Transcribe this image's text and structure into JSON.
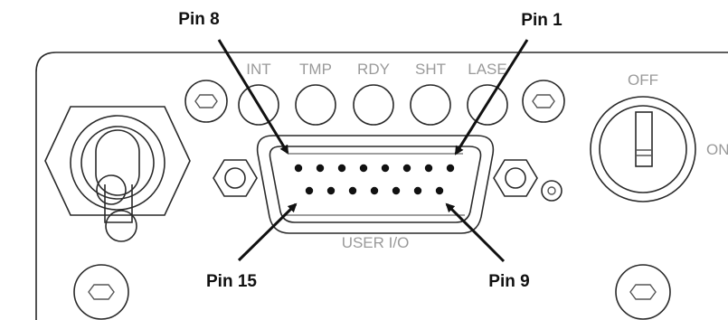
{
  "callouts": {
    "pin_8": "Pin 8",
    "pin_1": "Pin 1",
    "pin_15": "Pin 15",
    "pin_9": "Pin 9"
  },
  "leds": [
    {
      "label": "INT",
      "color": "#9ccfa8"
    },
    {
      "label": "TMP",
      "color": "#9ccfa8"
    },
    {
      "label": "RDY",
      "color": "#f7dc8d"
    },
    {
      "label": "SHT",
      "color": "#6bbde8"
    },
    {
      "label": "LASE",
      "color": "#f08a6c"
    }
  ],
  "connector": {
    "label": "USER I/O",
    "top_row_pins": 8,
    "bottom_row_pins": 7
  },
  "key_switch": {
    "off_label": "OFF",
    "on_label": "ON"
  },
  "colors": {
    "panel_outline": "#2a2a2a",
    "panel_text": "#9a9a9a",
    "arrow": "#111111"
  }
}
